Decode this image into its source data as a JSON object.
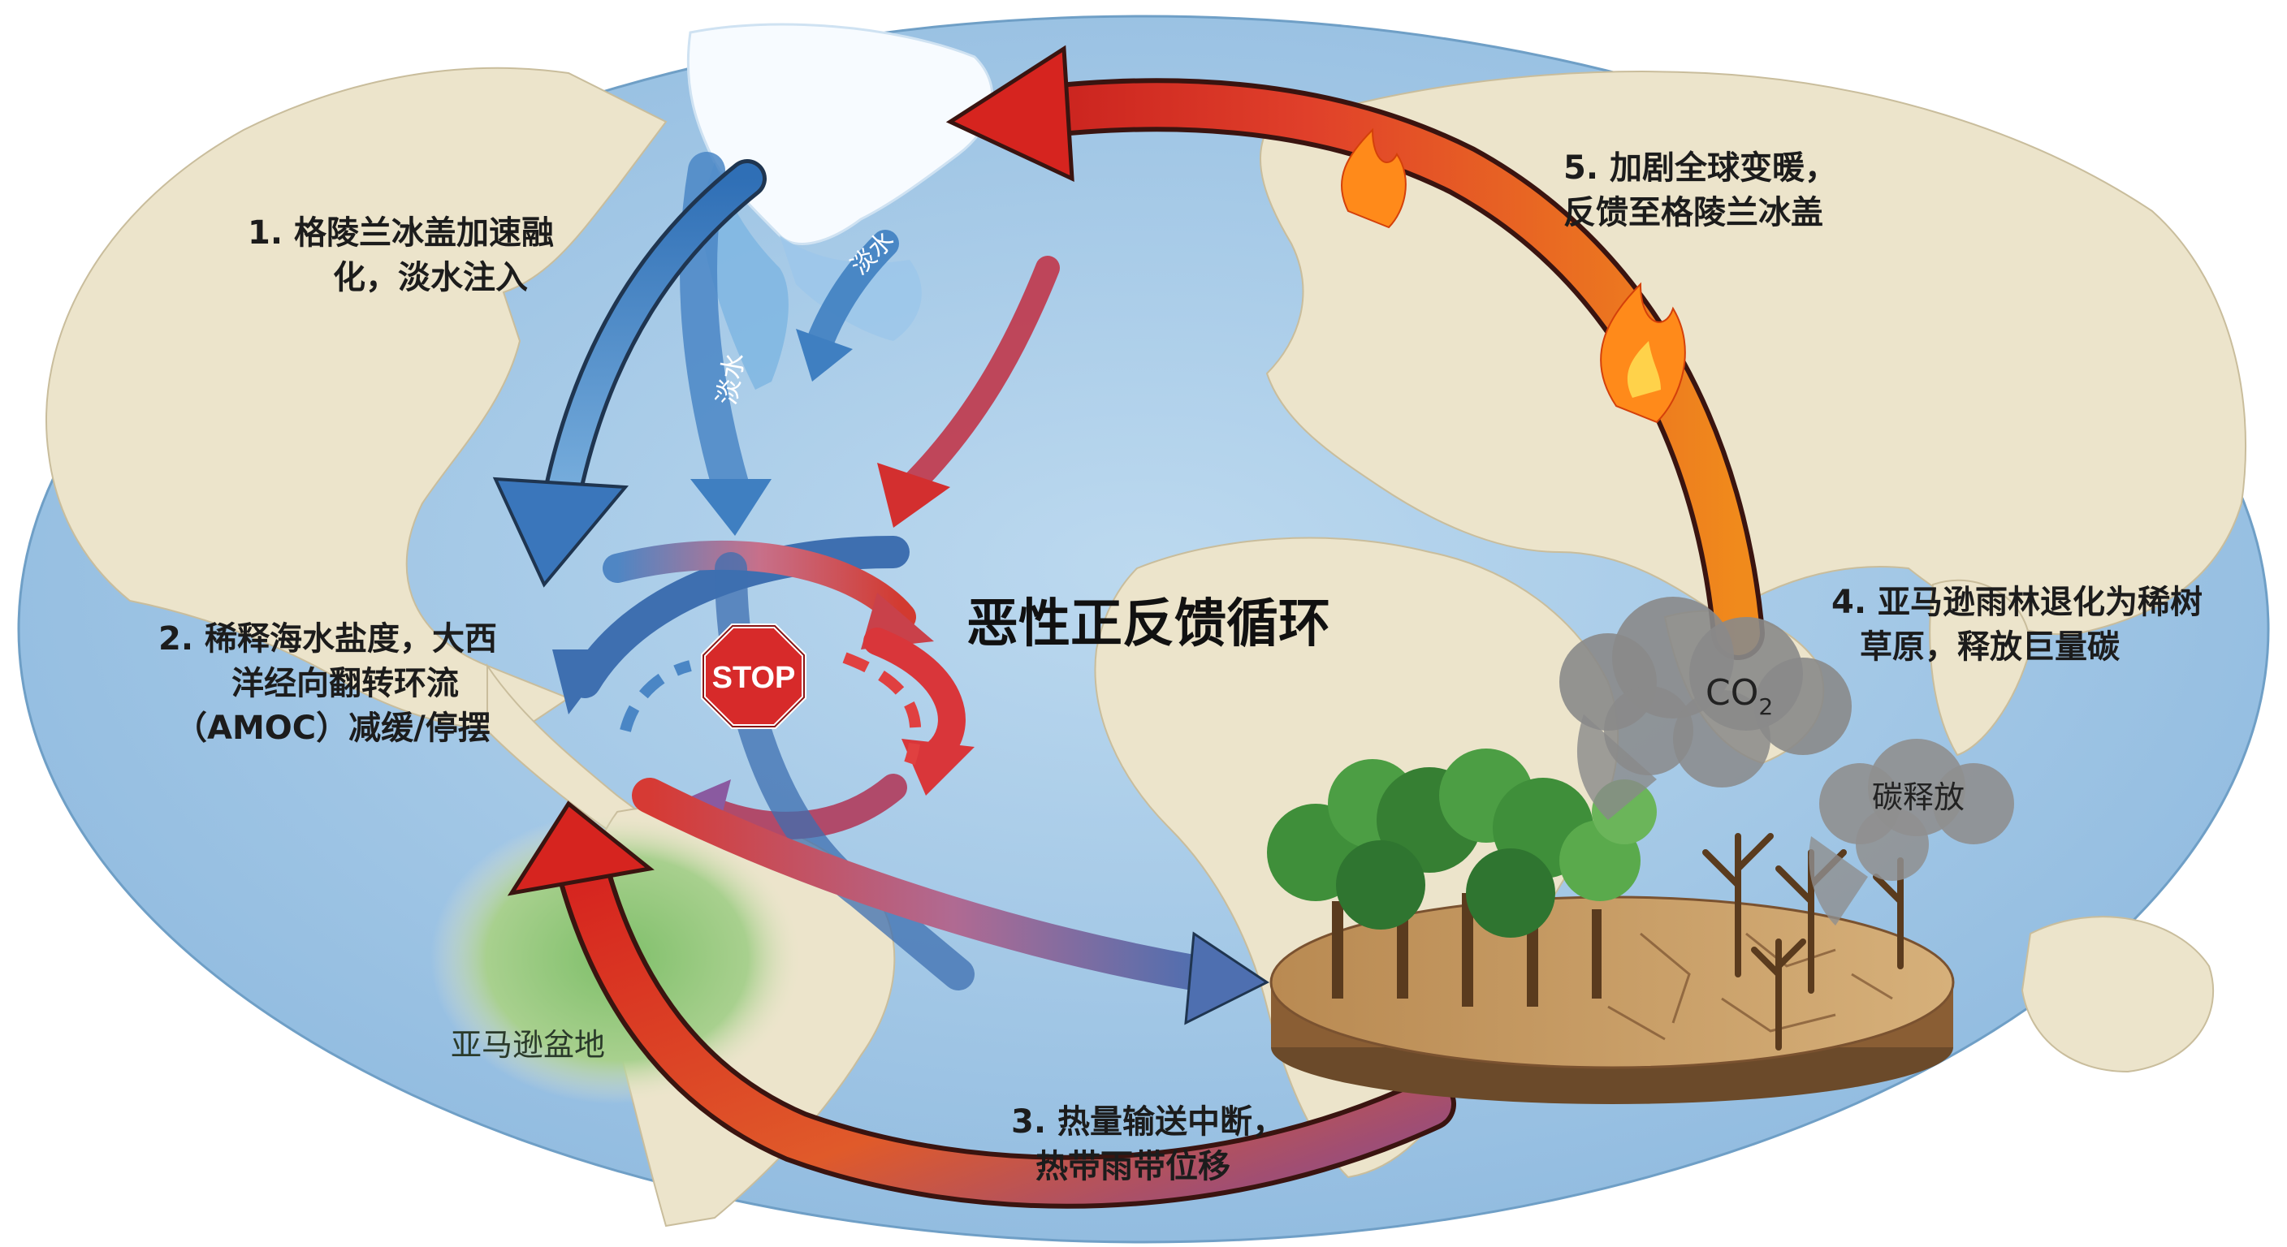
{
  "title": "恶性正反馈循环",
  "steps": {
    "s1": {
      "line1": "1. 格陵兰冰盖加速融",
      "line2": "化，淡水注入"
    },
    "s2": {
      "line1": "2. 稀释海水盐度，大西",
      "line2": "洋经向翻转环流",
      "line3": "（AMOC）减缓/停摆"
    },
    "s3": {
      "line1": "3. 热量输送中断，",
      "line2": "热带雨带位移"
    },
    "s4": {
      "line1": "4. 亚马逊雨林退化为稀树",
      "line2": "草原，释放巨量碳"
    },
    "s5": {
      "line1": "5. 加剧全球变暖，",
      "line2": "反馈至格陵兰冰盖"
    }
  },
  "labels": {
    "amazon_basin": "亚马逊盆地",
    "freshwater": "淡水",
    "stop": "STOP",
    "co2_main": "CO",
    "co2_sub": "2",
    "carbon_release": "碳释放"
  },
  "colors": {
    "ocean": "#a9cde8",
    "land": "#ede6cf",
    "warm_arrow": "#d6302a",
    "cold_arrow": "#3f7fc1",
    "forest": "#3f8f3a",
    "dry_soil": "#c9a26a",
    "smoke": "#8a8a8a"
  }
}
